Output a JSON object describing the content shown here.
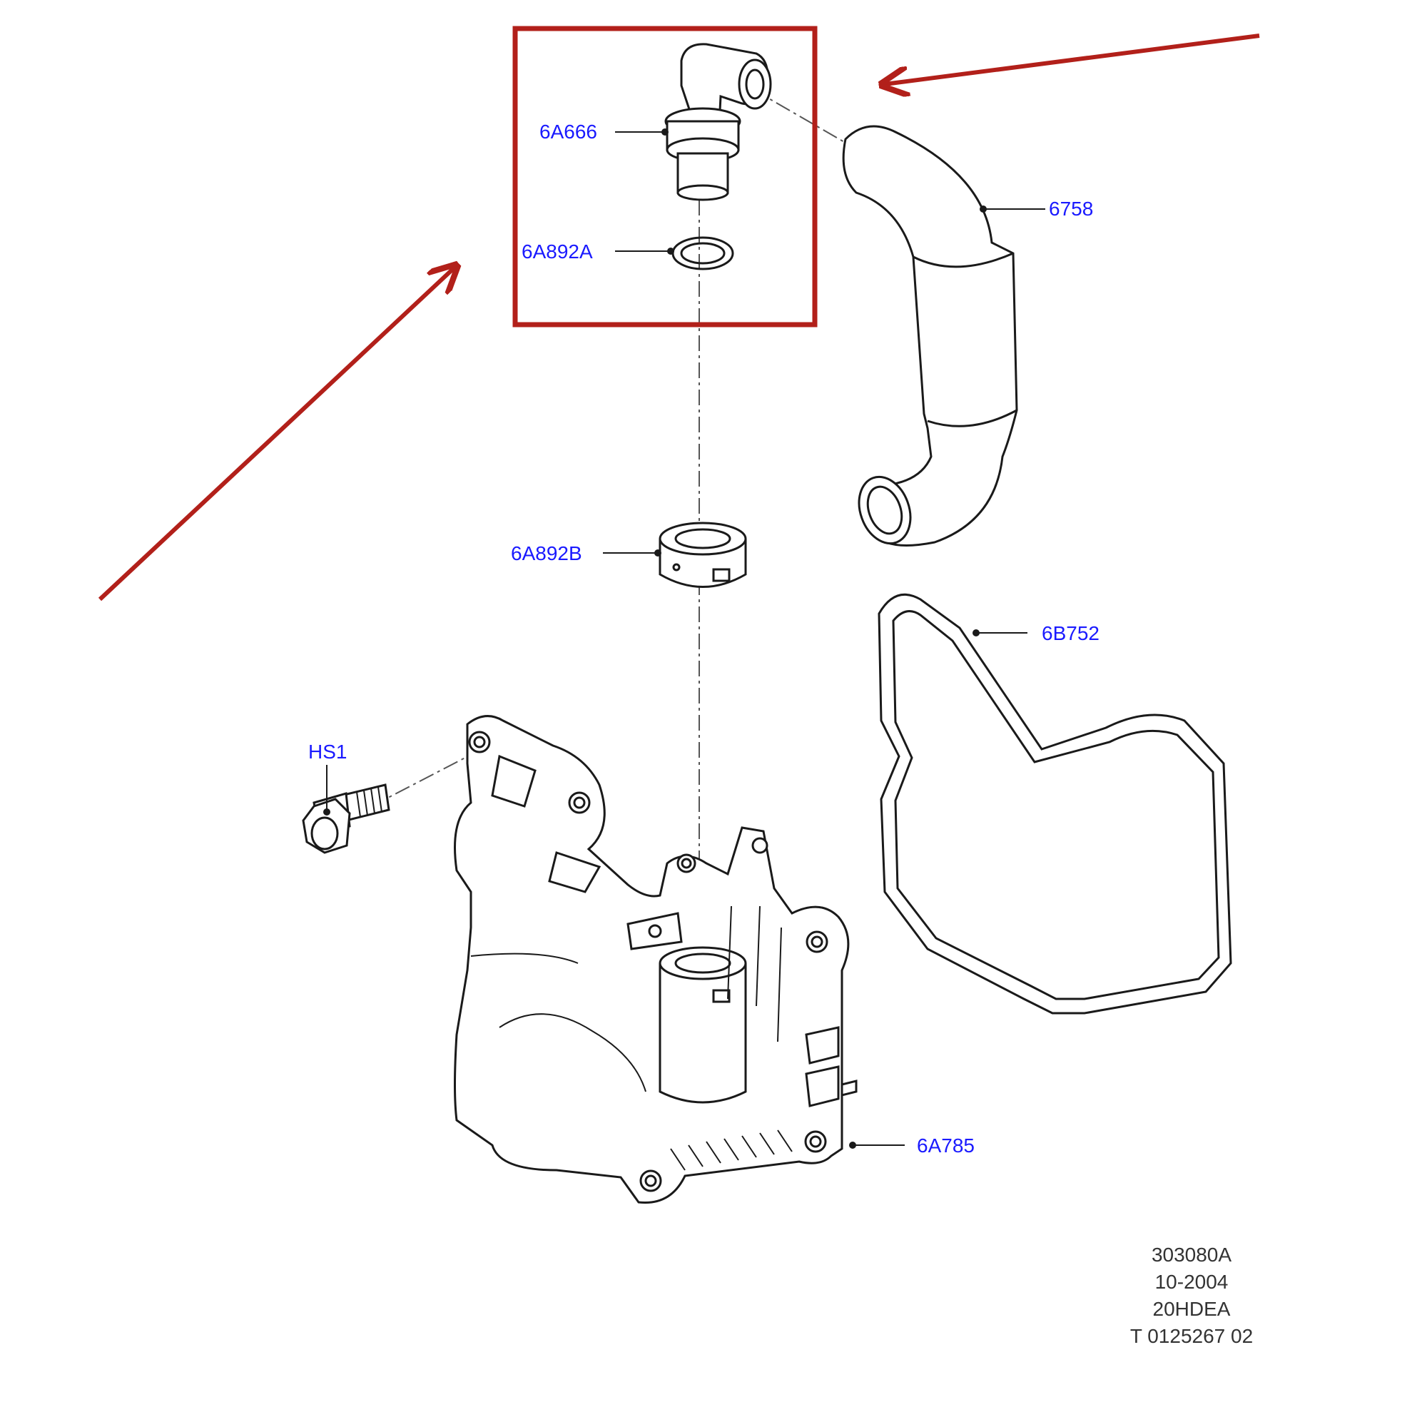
{
  "labels": {
    "valve": "6A666",
    "seal_a": "6A892A",
    "hose": "6758",
    "seal_b": "6A892B",
    "gasket": "6B752",
    "bolt": "HS1",
    "housing": "6A785"
  },
  "footer": {
    "line1": "303080A",
    "line2": "10-2004",
    "line3": "20HDEA",
    "line4": "T 0125267 02"
  },
  "colors": {
    "label": "#1a1aff",
    "highlight": "#b2201a",
    "line": "#1a1a1a"
  }
}
